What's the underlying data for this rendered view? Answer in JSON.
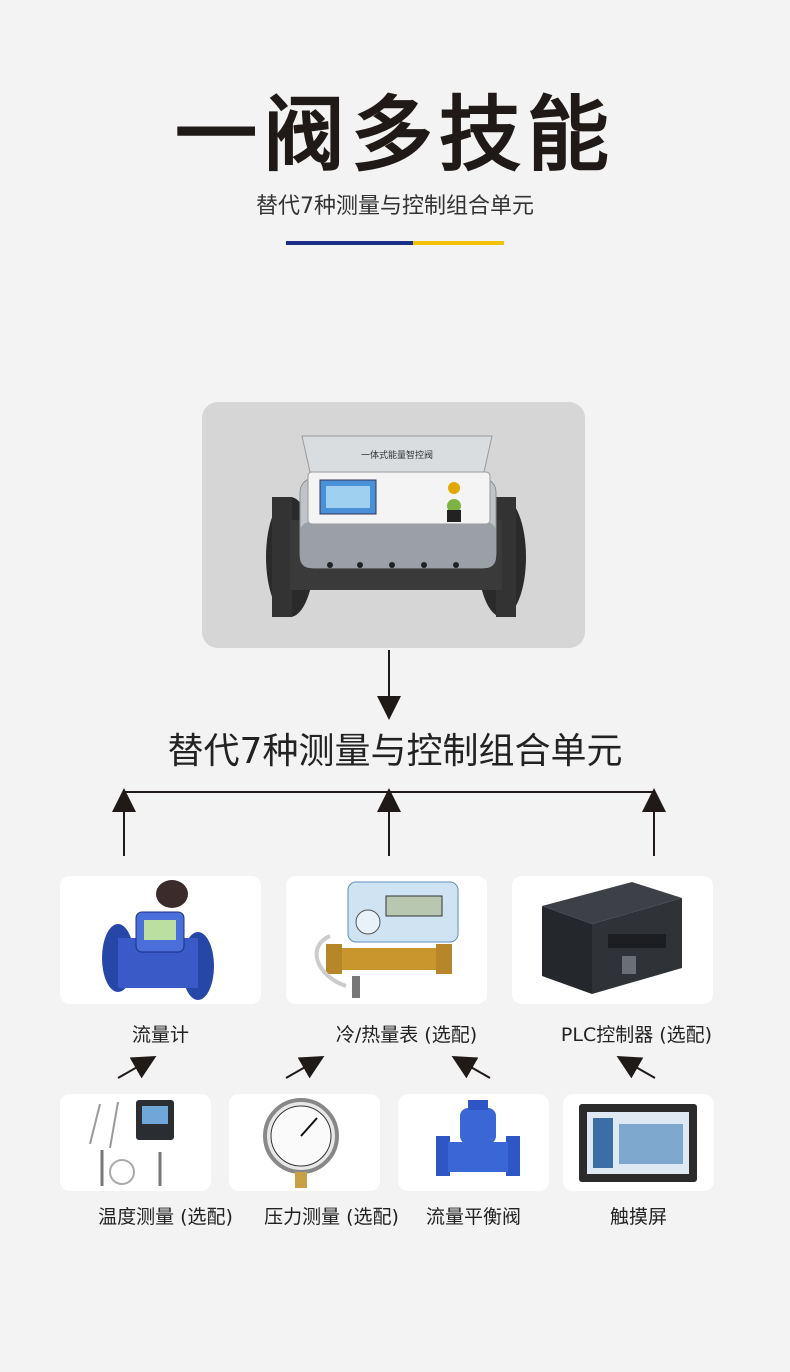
{
  "header": {
    "title": "一阀多技能",
    "subtitle": "替代7种测量与控制组合单元"
  },
  "hero": {
    "lid_text": "一体式能量智控阀"
  },
  "mid_caption": "替代7种测量与控制组合单元",
  "top_row": [
    {
      "label": "流量计"
    },
    {
      "label": "冷/热量表 (选配)"
    },
    {
      "label": "PLC控制器 (选配)"
    }
  ],
  "bottom_row": [
    {
      "label": "温度测量 (选配)"
    },
    {
      "label": "压力测量 (选配)"
    },
    {
      "label": "流量平衡阀"
    },
    {
      "label": "触摸屏"
    }
  ],
  "colors": {
    "accent_blue": "#1b2f88",
    "accent_yellow": "#f2c200",
    "background": "#f3f3f3"
  }
}
